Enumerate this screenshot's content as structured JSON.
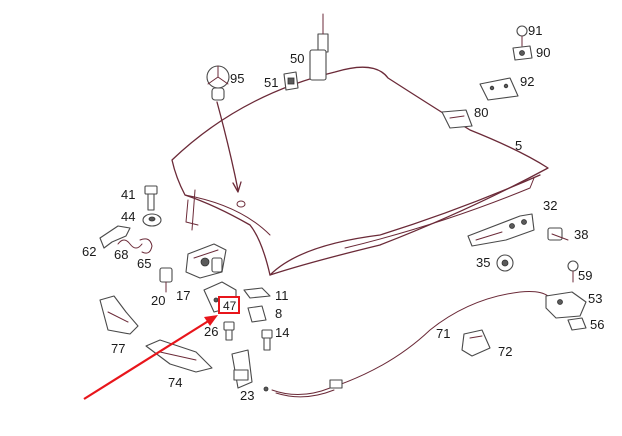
{
  "diagram": {
    "labels": {
      "p5": "5",
      "p8": "8",
      "p11": "11",
      "p14": "14",
      "p17": "17",
      "p20": "20",
      "p23": "23",
      "p26": "26",
      "p32": "32",
      "p35": "35",
      "p38": "38",
      "p41": "41",
      "p44": "44",
      "p50": "50",
      "p51": "51",
      "p53": "53",
      "p56": "56",
      "p59": "59",
      "p62": "62",
      "p65": "65",
      "p68": "68",
      "p71": "71",
      "p72": "72",
      "p74": "74",
      "p77": "77",
      "p80": "80",
      "p90": "90",
      "p91": "91",
      "p92": "92",
      "p95": "95"
    },
    "highlight": {
      "label": "47",
      "color": "#e8151b"
    },
    "arrow_color": "#e8151b",
    "line_color": "#6b2a38"
  }
}
